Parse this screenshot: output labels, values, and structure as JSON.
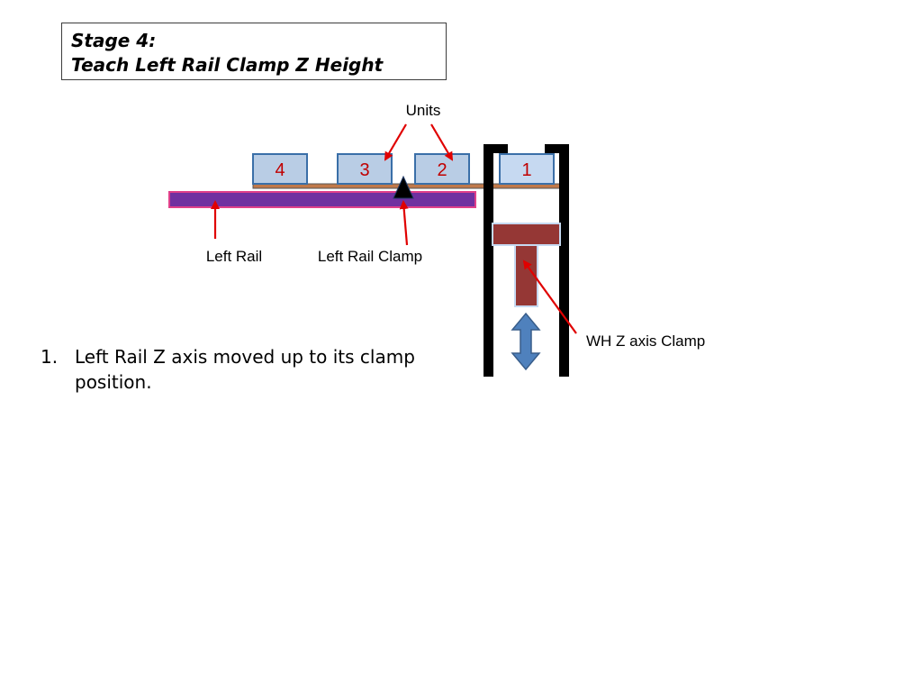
{
  "title": {
    "line1": "Stage 4:",
    "line2": "Teach Left Rail Clamp Z Height"
  },
  "units": [
    {
      "label": "4"
    },
    {
      "label": "3"
    },
    {
      "label": "2"
    },
    {
      "label": "1"
    }
  ],
  "labels": {
    "units": "Units",
    "left_rail": "Left Rail",
    "left_rail_clamp": "Left Rail Clamp",
    "wh_z_axis_clamp": "WH Z axis Clamp"
  },
  "steps": [
    {
      "number": "1.",
      "text": "Left Rail Z axis moved up to its clamp position."
    }
  ],
  "colors": {
    "unit_fill": "#b9cde5",
    "unit_stroke": "#3a6fa8",
    "unit_number": "#c00000",
    "left_rail": "#7030a0",
    "left_rail_border": "#e0408a",
    "conveyor": "#c0794a",
    "clamp_block": "#953735",
    "arrow": "#e00000",
    "double_arrow": "#4f81bd",
    "frame": "#000000"
  },
  "icons": {
    "clamp_marker": "triangle-icon",
    "z_motion": "double-arrow-vertical-icon"
  }
}
